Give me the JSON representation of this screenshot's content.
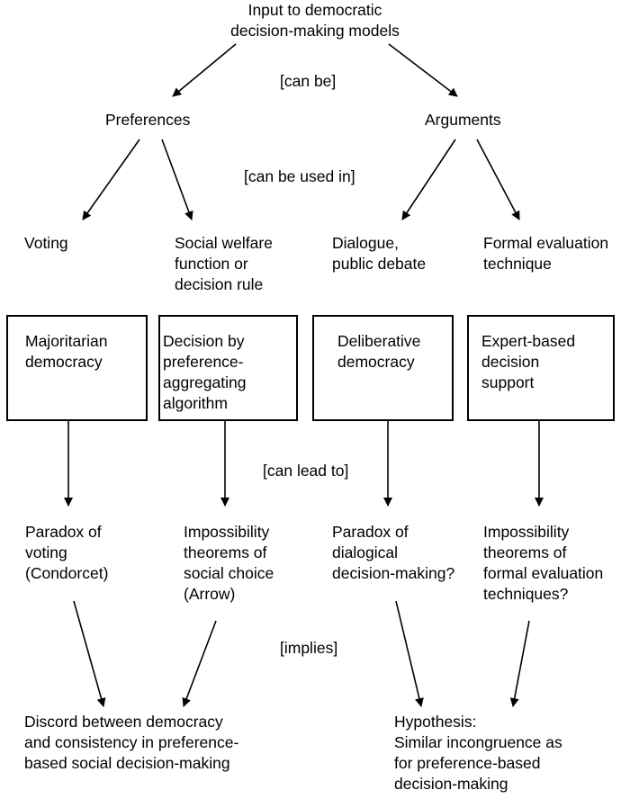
{
  "root": {
    "lines": [
      "Input to democratic",
      "decision-making models"
    ]
  },
  "relations": {
    "can_be": "[can be]",
    "can_be_used_in": "[can be used in]",
    "can_lead_to": "[can lead to]",
    "implies": "[implies]"
  },
  "inputs": {
    "preferences": "Preferences",
    "arguments": "Arguments"
  },
  "methods": {
    "voting": [
      "Voting"
    ],
    "social_welfare": [
      "Social welfare",
      "function or",
      "decision rule"
    ],
    "dialogue": [
      "Dialogue,",
      "public debate"
    ],
    "formal_evaluation": [
      "Formal evaluation",
      "technique"
    ]
  },
  "models": {
    "majoritarian": [
      "Majoritarian",
      "democracy"
    ],
    "aggregating": [
      "Decision by",
      "preference-",
      "aggregating",
      "algorithm"
    ],
    "deliberative": [
      "Deliberative",
      "democracy"
    ],
    "expert": [
      "Expert-based",
      "decision",
      "support"
    ]
  },
  "outcomes": {
    "paradox_voting": [
      "Paradox of",
      "voting",
      "(Condorcet)"
    ],
    "impossibility_social": [
      "Impossibility",
      "theorems of",
      "social choice",
      "(Arrow)"
    ],
    "paradox_dialogical": [
      "Paradox of",
      "dialogical",
      "decision-making?"
    ],
    "impossibility_formal": [
      "Impossibility",
      "theorems of",
      "formal evaluation",
      "techniques?"
    ]
  },
  "conclusions": {
    "discord": [
      "Discord between democracy",
      "and consistency in preference-",
      "based social decision-making"
    ],
    "hypothesis": [
      "Hypothesis:",
      "Similar incongruence as",
      "for preference-based",
      "decision-making"
    ]
  }
}
